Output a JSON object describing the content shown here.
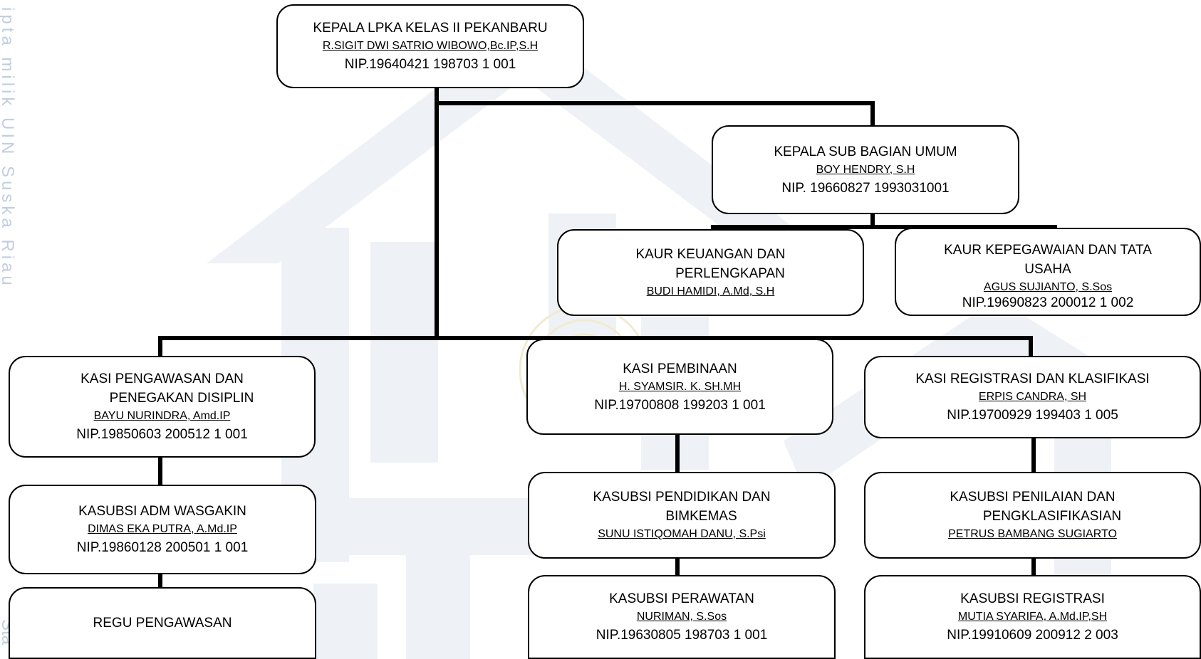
{
  "sidebar_watermark": {
    "text": "ipta milik UIN Suska Riau",
    "bottom_text": "Sta"
  },
  "chart_title": "",
  "head": {
    "title": "KEPALA LPKA KELAS II PEKANBARU",
    "name": "R.SIGIT DWI SATRIO WIBOWO,Bc.IP,S.H",
    "nip": "NIP.19640421 198703 1 001"
  },
  "umum": {
    "title": "KEPALA SUB BAGIAN UMUM",
    "name": "BOY HENDRY, S.H",
    "nip": "NIP. 19660827 1993031001"
  },
  "kaur_keuangan": {
    "title_1": "KAUR KEUANGAN DAN",
    "title_2": "PERLENGKAPAN",
    "name": "BUDI HAMIDI, A.Md, S.H"
  },
  "kaur_kepegawaian": {
    "title_1": "KAUR KEPEGAWAIAN DAN TATA",
    "title_2": "USAHA",
    "name": "AGUS SUJIANTO, S.Sos",
    "nip_partial": "NIP.19690823 200012 1 002"
  },
  "kasi_pengawasan": {
    "title_1": "KASI PENGAWASAN DAN",
    "title_2": "PENEGAKAN DISIPLIN",
    "name": "BAYU NURINDRA, Amd.IP",
    "nip": "NIP.19850603 200512 1 001"
  },
  "kasi_pembinaan": {
    "title": "KASI PEMBINAAN",
    "name": "H. SYAMSIR. K. SH.MH",
    "nip": "NIP.19700808 199203 1 001"
  },
  "kasi_registrasi": {
    "title": "KASI REGISTRASI DAN KLASIFIKASI",
    "name": "ERPIS CANDRA, SH",
    "nip": "NIP.19700929 199403 1 005"
  },
  "kasubsi_adm": {
    "title": "KASUBSI ADM WASGAKIN",
    "name": "DIMAS EKA PUTRA, A.Md.IP",
    "nip": "NIP.19860128 200501 1 001"
  },
  "regu": {
    "title": "REGU PENGAWASAN"
  },
  "kasubsi_pendidikan": {
    "title_1": "KASUBSI PENDIDIKAN DAN",
    "title_2": "BIMKEMAS",
    "name": "SUNU ISTIQOMAH DANU, S.Psi"
  },
  "kasubsi_perawatan": {
    "title": "KASUBSI PERAWATAN",
    "name": "NURIMAN, S.Sos",
    "nip": "NIP.19630805 198703 1 001"
  },
  "kasubsi_penilaian": {
    "title_1": "KASUBSI PENILAIAN DAN",
    "title_2": "PENGKLASIFIKASIAN",
    "name": "PETRUS BAMBANG SUGIARTO"
  },
  "kasubsi_registrasi": {
    "title": "KASUBSI REGISTRASI",
    "name": "MUTIA SYARIFA, A.Md.IP,SH",
    "nip": "NIP.19910609 200912 2 003"
  }
}
